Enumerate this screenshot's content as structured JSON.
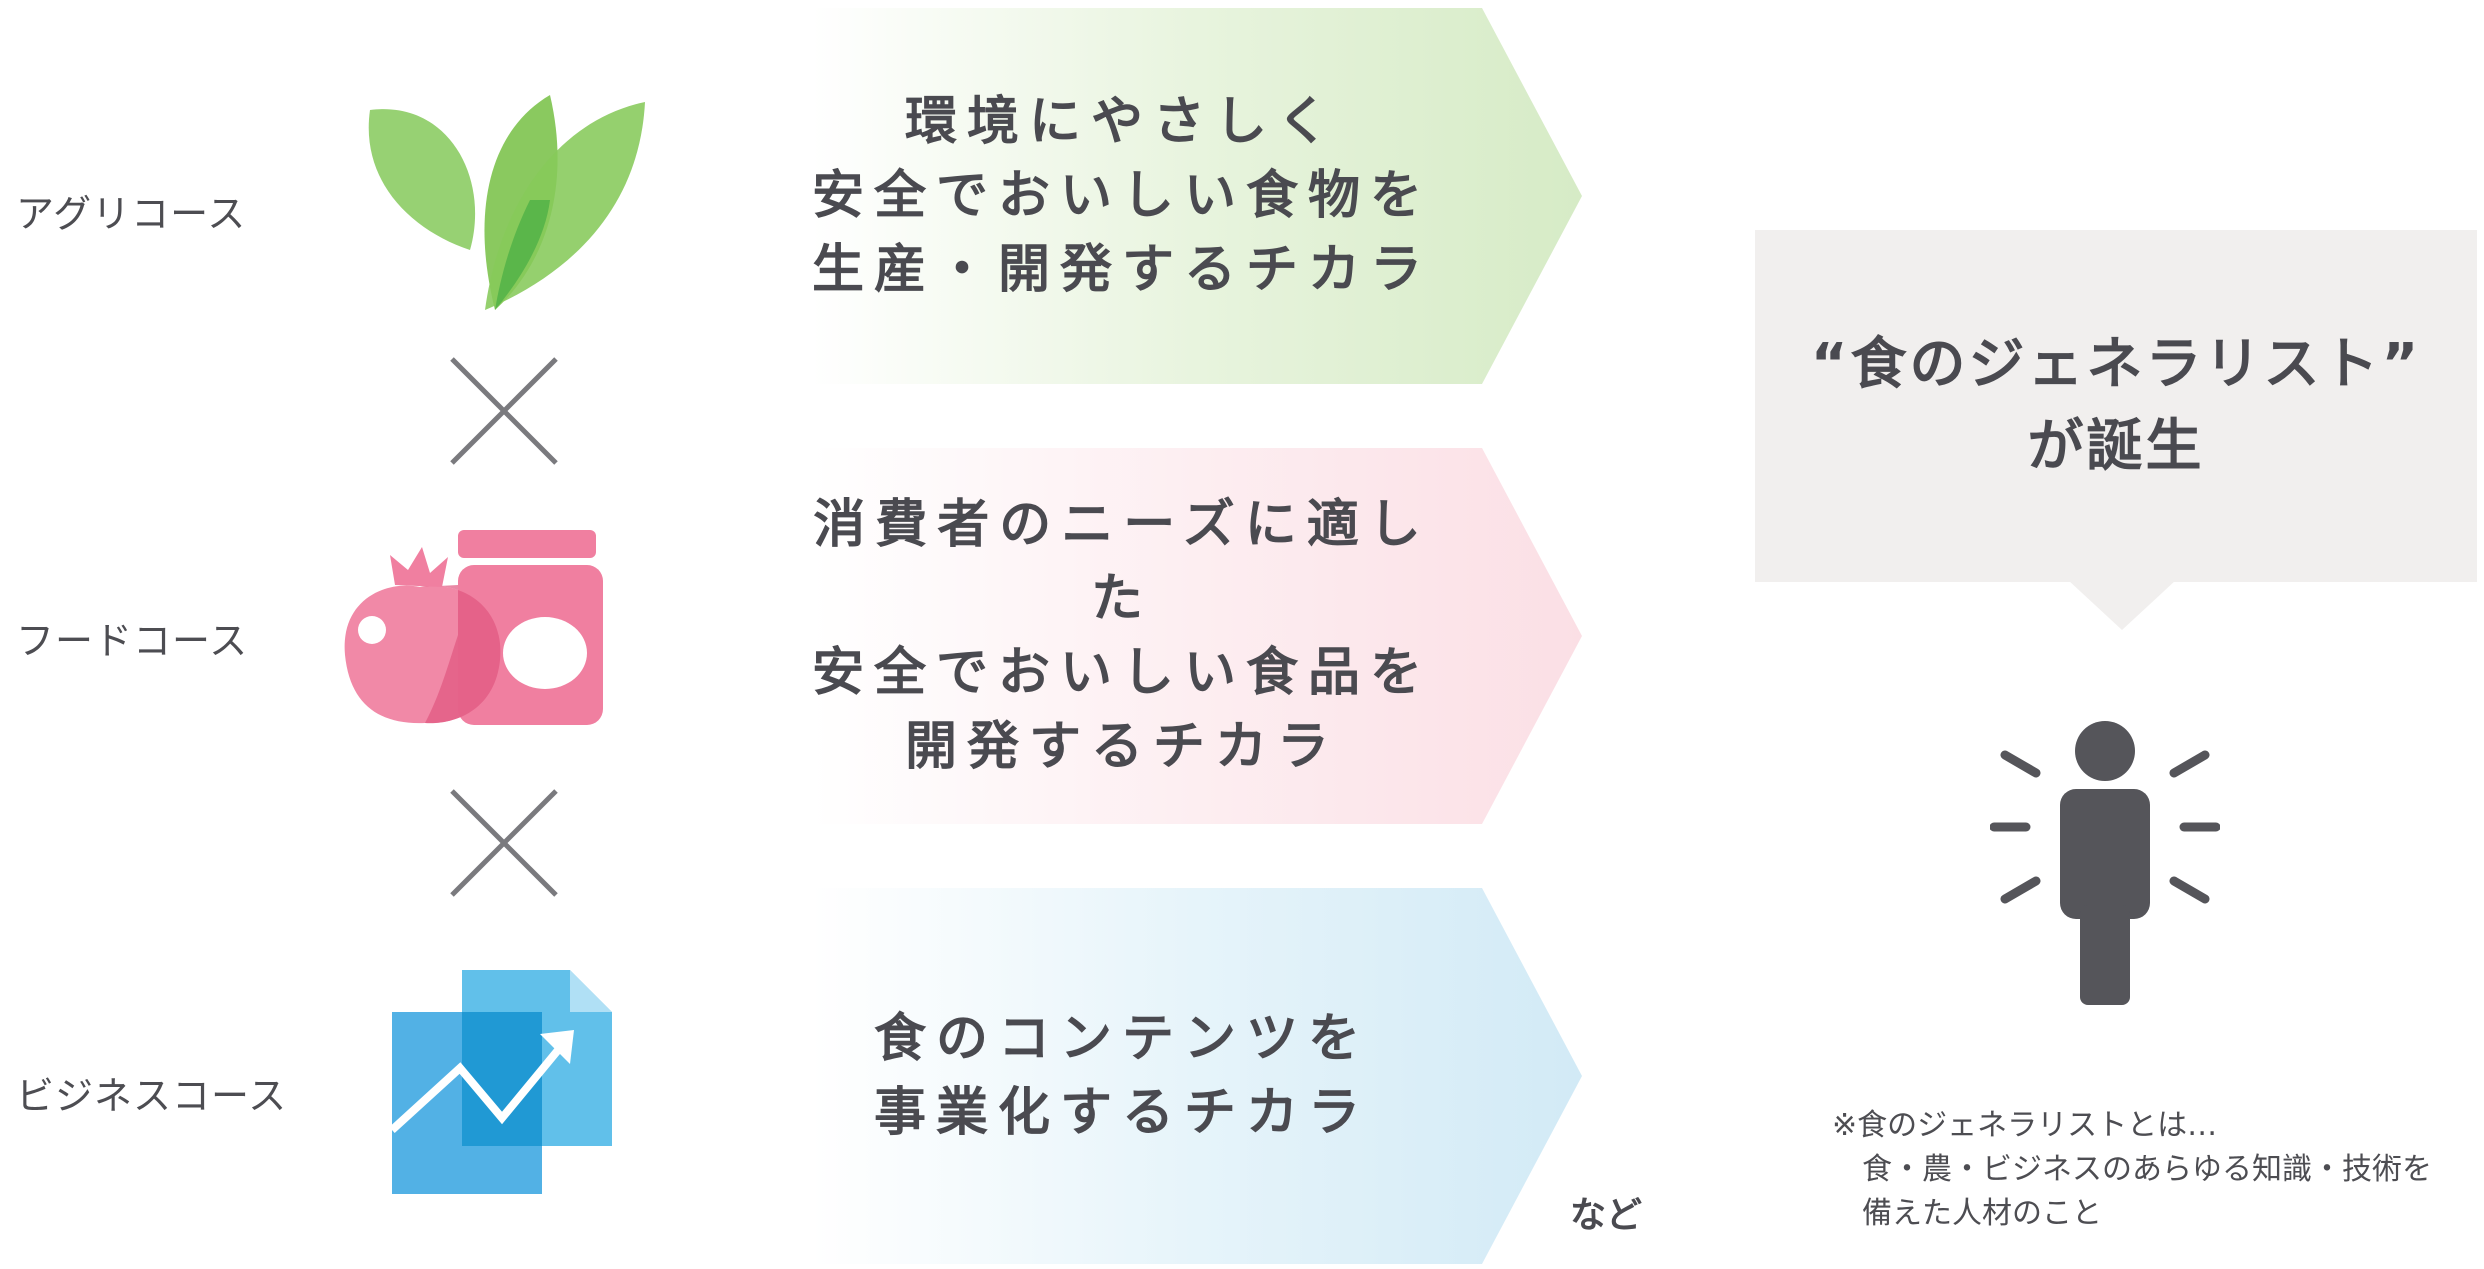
{
  "courses": [
    {
      "label": "アグリコース",
      "icon": "leaf-icon",
      "color": "#7dc34e"
    },
    {
      "label": "フードコース",
      "icon": "tomato-jar-icon",
      "color": "#f07fa0"
    },
    {
      "label": "ビジネスコース",
      "icon": "document-chart-icon",
      "color": "#2aa3e0"
    }
  ],
  "powers": [
    {
      "lines": [
        "環境にやさしく",
        "安全でおいしい食物を",
        "生産・開発するチカラ"
      ],
      "color": "#d6ebc6"
    },
    {
      "lines": [
        "消費者のニーズに適した",
        "安全でおいしい食品を",
        "開発するチカラ"
      ],
      "color": "#fbdfe5"
    },
    {
      "lines": [
        "食のコンテンツを",
        "事業化するチカラ"
      ],
      "color": "#d2eaf6"
    }
  ],
  "etc_label": "など",
  "result": {
    "line1": "“食のジェネラリスト”",
    "line2": "が誕生"
  },
  "note": {
    "line1": "※食のジェネラリストとは…",
    "line2": "食・農・ビジネスのあらゆる知識・技術を",
    "line3": "備えた人材のこと"
  },
  "icons": {
    "cross": "multiply-icon",
    "person": "person-icon"
  }
}
